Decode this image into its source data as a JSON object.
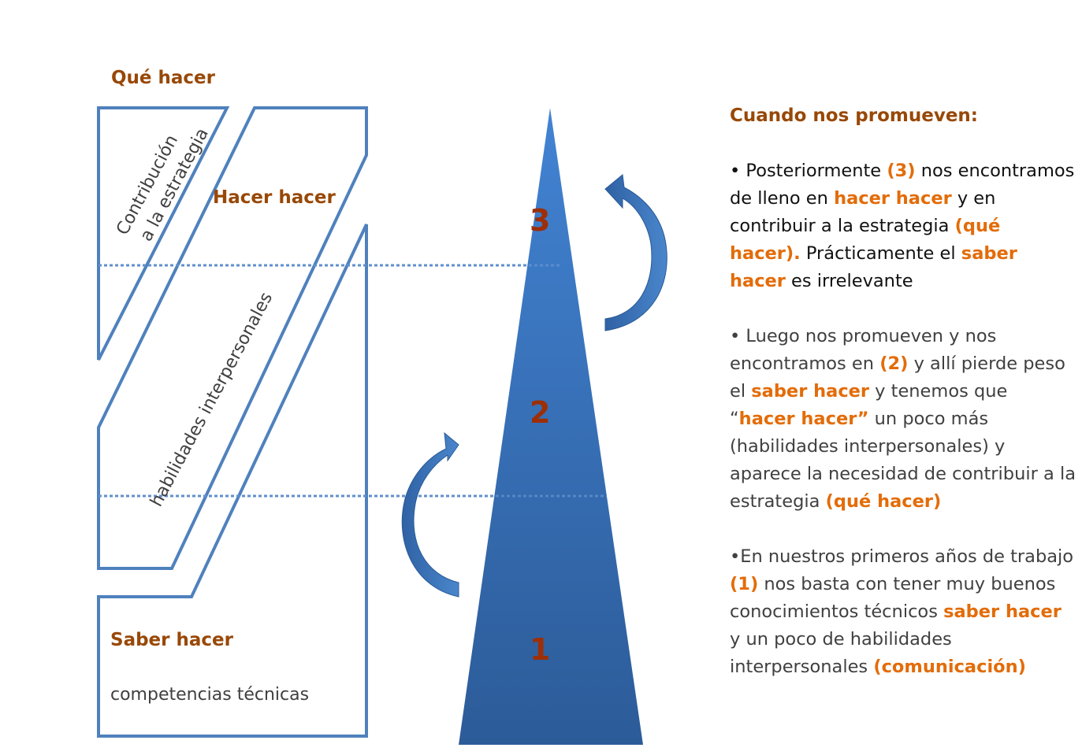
{
  "labels": {
    "que_hacer": "Qué hacer",
    "hacer_hacer": "Hacer hacer",
    "saber_hacer": "Saber hacer",
    "competencias": "competencias técnicas",
    "contribucion_1": "Contribución",
    "contribucion_2": "a la estrategia",
    "habilidades": "habilidades interpersonales"
  },
  "levels": [
    "1",
    "2",
    "3"
  ],
  "side": {
    "heading": "Cuando nos promueven:",
    "paragraphs": [
      [
        [
          "•  Posteriormente ",
          false
        ],
        [
          "(3)",
          true
        ],
        [
          " nos encontramos de lleno en ",
          false
        ],
        [
          "hacer hacer",
          true
        ],
        [
          " y en contribuir a la estrategia ",
          false
        ],
        [
          "(qué hacer).",
          true
        ],
        [
          " Prácticamente el ",
          false
        ],
        [
          "saber hacer",
          true
        ],
        [
          "  es irrelevante",
          false
        ]
      ],
      [
        [
          "• Luego nos promueven y nos encontramos en ",
          false
        ],
        [
          "(2)",
          true
        ],
        [
          " y allí pierde peso el ",
          false
        ],
        [
          "saber hacer",
          true
        ],
        [
          " y tenemos que “",
          false
        ],
        [
          "hacer hacer”",
          true
        ],
        [
          "  un poco más (habilidades interpersonales) y aparece la necesidad de contribuir a la estrategia ",
          false
        ],
        [
          "(qué hacer)",
          true
        ]
      ],
      [
        [
          "•En nuestros primeros años de trabajo ",
          false
        ],
        [
          "(1)",
          true
        ],
        [
          "  nos basta con tener muy buenos conocimientos técnicos ",
          false
        ],
        [
          "saber hacer",
          true
        ],
        [
          " y un poco de habilidades interpersonales ",
          false
        ],
        [
          "(comunicación)",
          true
        ]
      ]
    ]
  },
  "colors": {
    "line": "#4f81bd",
    "accent": "#e36c09",
    "heading": "#984806",
    "number": "#9c2f07"
  }
}
